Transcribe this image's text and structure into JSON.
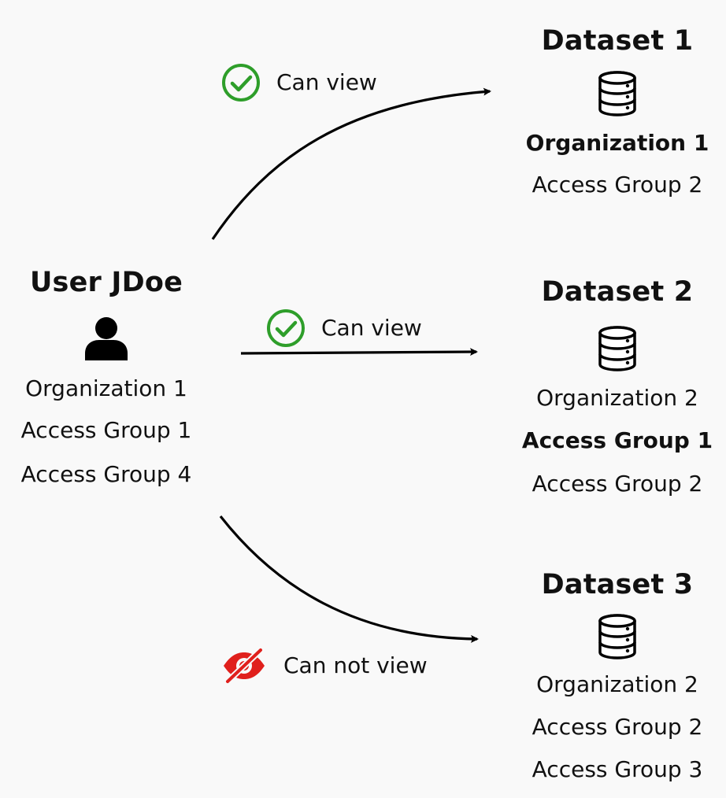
{
  "user": {
    "title": "User JDoe",
    "icon": "user-icon",
    "attributes": [
      "Organization 1",
      "Access Group 1",
      "Access Group 4"
    ]
  },
  "datasets": [
    {
      "title": "Dataset 1",
      "icon": "database-icon",
      "attributes": [
        {
          "label": "Organization 1",
          "bold": true
        },
        {
          "label": "Access Group 2",
          "bold": false
        }
      ]
    },
    {
      "title": "Dataset 2",
      "icon": "database-icon",
      "attributes": [
        {
          "label": "Organization 2",
          "bold": false
        },
        {
          "label": "Access Group 1",
          "bold": true
        },
        {
          "label": "Access Group 2",
          "bold": false
        }
      ]
    },
    {
      "title": "Dataset 3",
      "icon": "database-icon",
      "attributes": [
        {
          "label": "Organization 2",
          "bold": false
        },
        {
          "label": "Access Group 2",
          "bold": false
        },
        {
          "label": "Access Group 3",
          "bold": false
        }
      ]
    }
  ],
  "edges": [
    {
      "label": "Can view",
      "icon": "check-circle-icon",
      "color": "#2e9e2a"
    },
    {
      "label": "Can view",
      "icon": "check-circle-icon",
      "color": "#2e9e2a"
    },
    {
      "label": "Can not view",
      "icon": "eye-slash-icon",
      "color": "#e0201c"
    }
  ]
}
